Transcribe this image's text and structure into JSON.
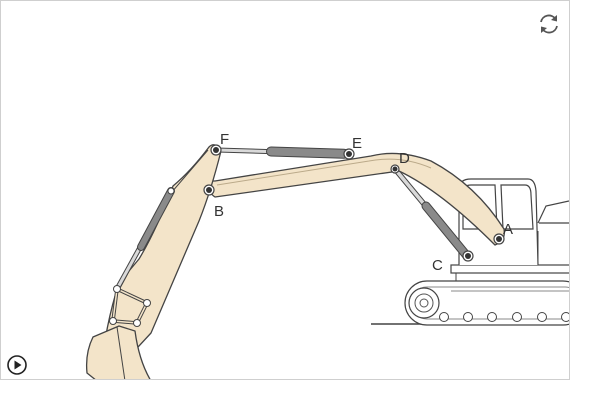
{
  "diagram": {
    "labels": {
      "A": "A",
      "B": "B",
      "C": "C",
      "D": "D",
      "E": "E",
      "F": "F"
    }
  },
  "colors": {
    "arm_fill": "#f3e4c9",
    "stroke": "#444444",
    "cylinder": "#8a8a8a",
    "rod": "#d9d9d9"
  },
  "controls": {
    "reset_icon": "refresh-icon",
    "play_icon": "play-icon"
  }
}
